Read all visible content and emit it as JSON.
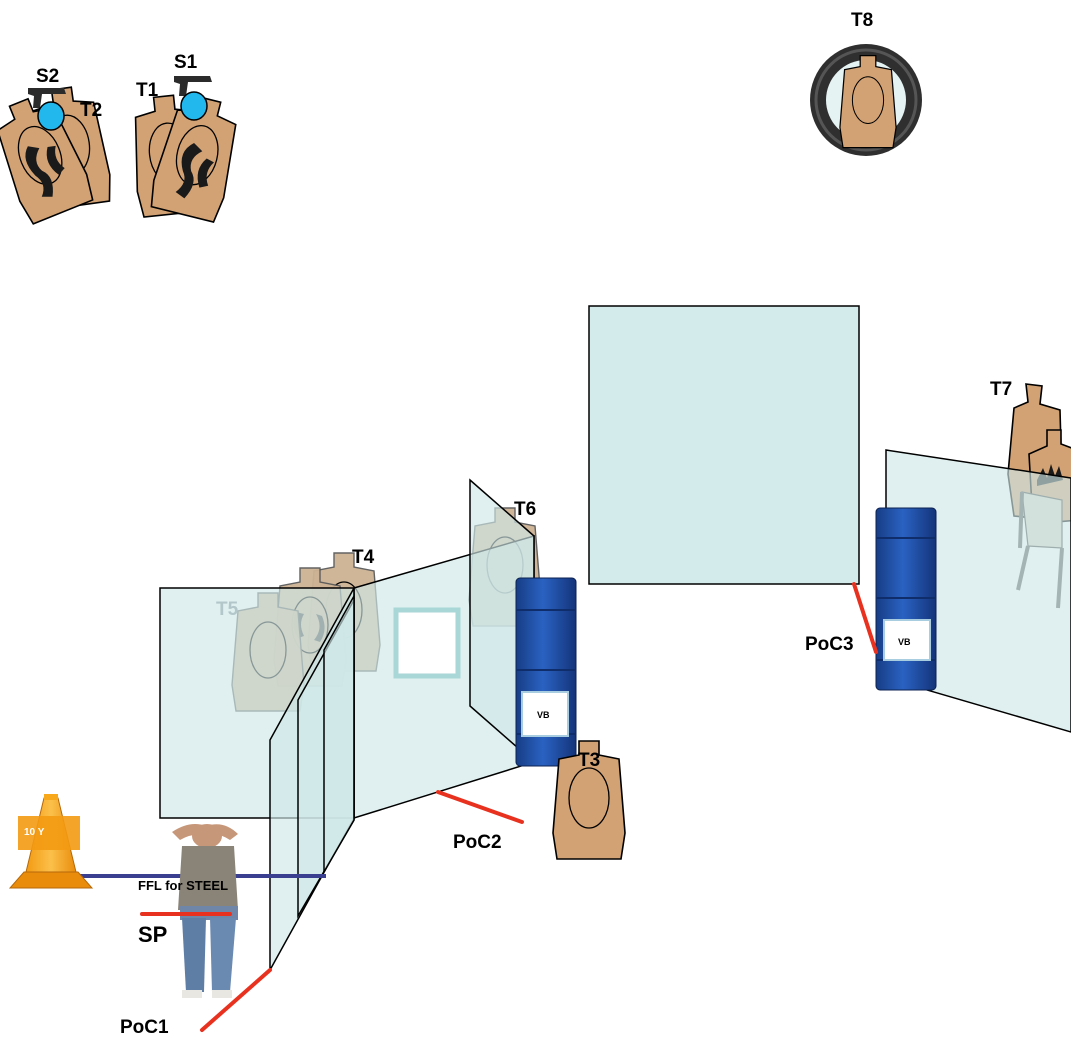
{
  "labels": {
    "s1": "S1",
    "s2": "S2",
    "t1": "T1",
    "t2": "T2",
    "t3": "T3",
    "t4": "T4",
    "t5": "T5",
    "t6": "T6",
    "t7": "T7",
    "t8": "T8",
    "poc1": "PoC1",
    "poc2": "PoC2",
    "poc3": "PoC3",
    "sp": "SP",
    "ffl": "FFL for STEEL",
    "cone": "10 Y",
    "barrel1": "VB",
    "barrel2": "VB"
  },
  "colors": {
    "target_tan": "#d2a274",
    "wall_glass": "#cfe8e8",
    "fault_line": "#e8321f",
    "ffl_line": "#3a3f8f",
    "barrel_blue": "#1f4fa3",
    "steel_popper": "#22b8ee",
    "cone_orange": "#f7a81b"
  },
  "icons": [
    "pistol-icon",
    "traffic-cone-icon",
    "shooter-figure",
    "tire-icon",
    "barrel-icon"
  ]
}
